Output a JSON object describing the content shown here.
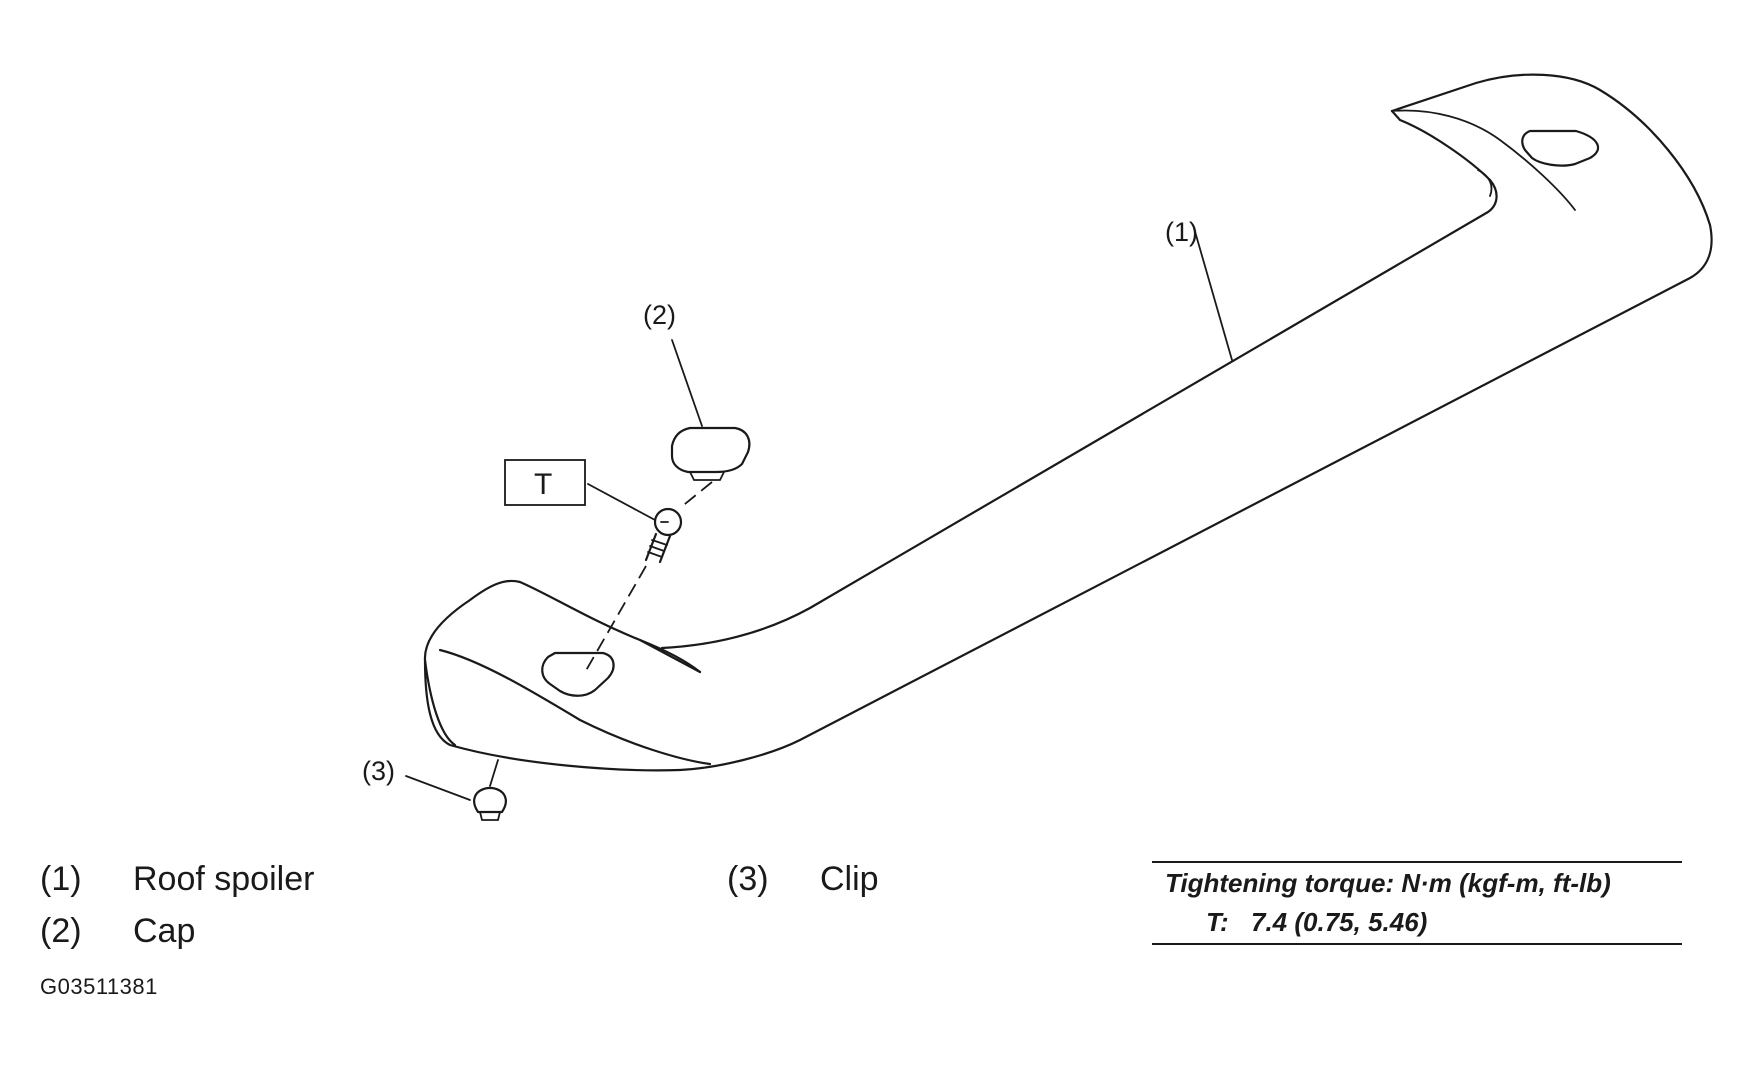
{
  "callouts": {
    "c1": "(1)",
    "c2": "(2)",
    "c3": "(3)",
    "t": "T"
  },
  "legend": [
    {
      "num": "(1)",
      "label": "Roof spoiler"
    },
    {
      "num": "(2)",
      "label": "Cap"
    },
    {
      "num": "(3)",
      "label": "Clip"
    }
  ],
  "torque": {
    "heading": "Tightening torque: N·m (kgf-m, ft-lb)",
    "symbol": "T:",
    "value": "7.4 (0.75, 5.46)"
  },
  "figure_id": "G03511381"
}
